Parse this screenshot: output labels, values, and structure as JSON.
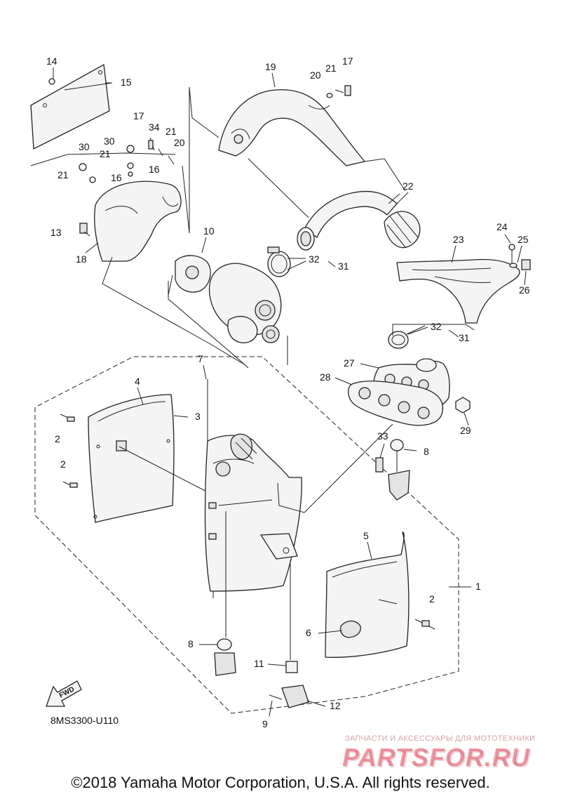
{
  "diagram": {
    "code": "8MS3300-U110",
    "fwd_label": "FWD",
    "callouts": [
      "1",
      "2",
      "3",
      "4",
      "5",
      "6",
      "7",
      "8",
      "9",
      "10",
      "11",
      "12",
      "13",
      "14",
      "15",
      "16",
      "17",
      "18",
      "19",
      "20",
      "21",
      "22",
      "23",
      "24",
      "25",
      "26",
      "27",
      "28",
      "29",
      "30",
      "31",
      "32",
      "33",
      "34"
    ]
  },
  "watermark": {
    "tagline": "ЗАПЧАСТИ И АКСЕССУАРЫ ДЛЯ МОТОТЕХНИКИ",
    "logo_text": "PARTSFOR.RU"
  },
  "copyright": "©2018 Yamaha Motor Corporation, U.S.A. All rights reserved."
}
